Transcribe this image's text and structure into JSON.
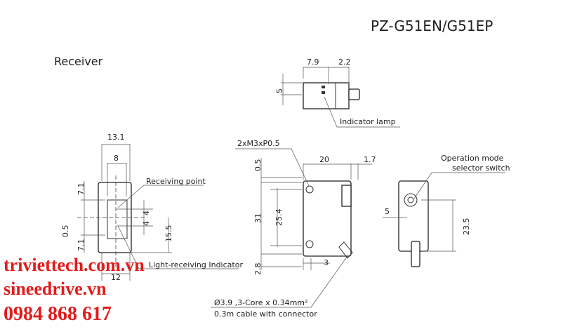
{
  "title": "PZ-G51EN/G51EP",
  "section": "Receiver",
  "top_view": {
    "dim_a": "7.9",
    "dim_b": "2.2",
    "dim_h": "5",
    "callout": "Indicator lamp"
  },
  "front_view": {
    "dim_width": "13.1",
    "dim_inner": "8",
    "dim_top": "7.1",
    "dim_bottom": "7.1",
    "dim_offset": "0.5",
    "dim_4a": "4",
    "dim_4b": "4",
    "dim_height": "15.5",
    "dim_base": "12",
    "callout_point": "Receiving point",
    "callout_indicator": "Light-receiving Indicator"
  },
  "side_view": {
    "screw": "2xM3xP0.5",
    "dim_20": "20",
    "dim_1_7": "1.7",
    "dim_0_5": "0.5",
    "dim_31": "31",
    "dim_25_4": "25.4",
    "dim_2_8": "2.8",
    "dim_3": "3",
    "cable_line1": "Ø3.9 ,3-Core x 0.34mm²",
    "cable_line2": "0.3m cable with connector"
  },
  "rear_view": {
    "callout_line1": "Operation mode",
    "callout_line2": "selector switch",
    "dim_5": "5",
    "dim_23_5": "23.5"
  },
  "watermark": {
    "site1": "triviettech.com.vn",
    "site2": "sineedrive.vn",
    "phone": "0984 868 617",
    "color": "#e31b1b"
  }
}
